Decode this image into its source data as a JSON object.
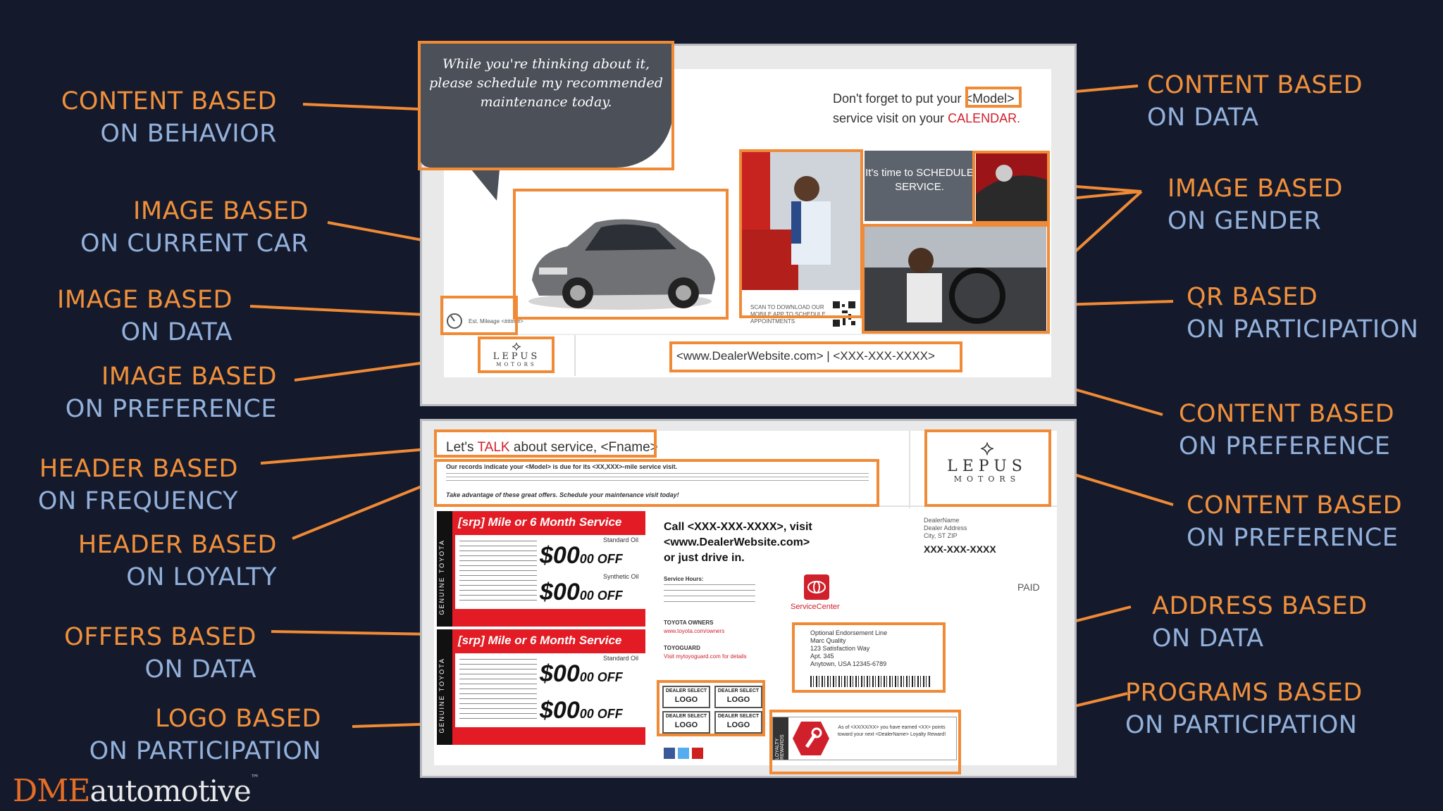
{
  "labels": {
    "content_behavior": {
      "l1": "CONTENT BASED",
      "l2": "ON BEHAVIOR"
    },
    "image_current_car": {
      "l1": "IMAGE BASED",
      "l2": "ON CURRENT CAR"
    },
    "image_data": {
      "l1": "IMAGE BASED",
      "l2": "ON  DATA"
    },
    "image_preference": {
      "l1": "IMAGE BASED",
      "l2": "ON PREFERENCE"
    },
    "header_frequency": {
      "l1": "HEADER BASED",
      "l2": "ON FREQUENCY"
    },
    "header_loyalty": {
      "l1": "HEADER BASED",
      "l2": "ON LOYALTY"
    },
    "offers_data": {
      "l1": "OFFERS BASED",
      "l2": "ON DATA"
    },
    "logo_participation": {
      "l1": "LOGO BASED",
      "l2": "ON PARTICIPATION"
    },
    "content_data": {
      "l1": "CONTENT BASED",
      "l2": "ON DATA"
    },
    "image_gender": {
      "l1": "IMAGE BASED",
      "l2": "ON GENDER"
    },
    "qr_participation": {
      "l1": "QR BASED",
      "l2": "ON PARTICIPATION"
    },
    "content_preference_1": {
      "l1": "CONTENT BASED",
      "l2": "ON PREFERENCE"
    },
    "content_preference_2": {
      "l1": "CONTENT BASED",
      "l2": "ON PREFERENCE"
    },
    "address_data": {
      "l1": "ADDRESS BASED",
      "l2": "ON DATA"
    },
    "programs_participation": {
      "l1": "PROGRAMS BASED",
      "l2": "ON PARTICIPATION"
    }
  },
  "postcard_front": {
    "bubble_text": "While you're thinking about it, please schedule my recommended maintenance today.",
    "calendar_pre": "Don't forget to put your",
    "calendar_model": "<Model>",
    "calendar_mid": "service visit on your",
    "calendar_word": "CALENDAR.",
    "schedule_text": "It's time to SCHEDULE SERVICE.",
    "mileage_text": "Est. Mileage <#####>",
    "qr_text": "SCAN TO DOWNLOAD OUR MOBILE APP TO SCHEDULE APPOINTMENTS",
    "website_phone": "<www.DealerWebsite.com>  |  <XXX-XXX-XXXX>",
    "dealer_logo": "LEPUS",
    "dealer_logo_sub": "MOTORS"
  },
  "postcard_back": {
    "header_pre": "Let's",
    "header_red": "TALK",
    "header_post": "about service, <Fname>",
    "body_text": "Our records indicate your <Model> is due for its <XX,XXX>-mile service visit.",
    "offer_cta": "Take advantage of these great offers. Schedule your maintenance visit today!",
    "coupon_title": "[srp] Mile or 6 Month Service",
    "coupon_label_1": "Standard Oil",
    "coupon_label_2": "Synthetic Oil",
    "coupon_price": "$00",
    "coupon_cents": "00 OFF",
    "coupon_side": "GENUINE TOYOTA",
    "call_line_1": "Call <XXX-XXX-XXXX>, visit",
    "call_line_2": "<www.DealerWebsite.com>",
    "call_line_3": "or just drive in.",
    "service_hours_title": "Service Hours:",
    "toyota_owners": "TOYOTA OWNERS",
    "toyota_owners_url": "www.toyota.com/owners",
    "toyoguard": "TOYOGUARD",
    "toyoguard_url": "Visit mytoyoguard.com for details",
    "service_center": "ServiceCenter",
    "dealer_name": "DealerName",
    "dealer_address": "Dealer Address",
    "dealer_city": "City, ST ZIP",
    "dealer_phone": "XXX-XXX-XXXX",
    "postage": "PAID",
    "address_line_1": "Optional Endorsement Line",
    "address_line_2": "Marc Quality",
    "address_line_3": "123 Satisfaction Way",
    "address_line_4": "Apt. 345",
    "address_line_5": "Anytown, USA 12345-6789",
    "logo_top": "DEALER SELECT",
    "logo_main": "LOGO",
    "loyalty_side": "LOYALTY REWARDS",
    "loyalty_text": "As of <XX/XX/XX> you have earned <XX> points toward your next <DealerName> Loyalty Reward!"
  },
  "brand": {
    "dme": "DME",
    "automotive": "automotive",
    "tm": "™"
  },
  "colors": {
    "background": "#141a2b",
    "orange": "#f08a36",
    "label_orange": "#f0903c",
    "label_blue": "#93b1dc",
    "coupon_red": "#e21b25"
  }
}
